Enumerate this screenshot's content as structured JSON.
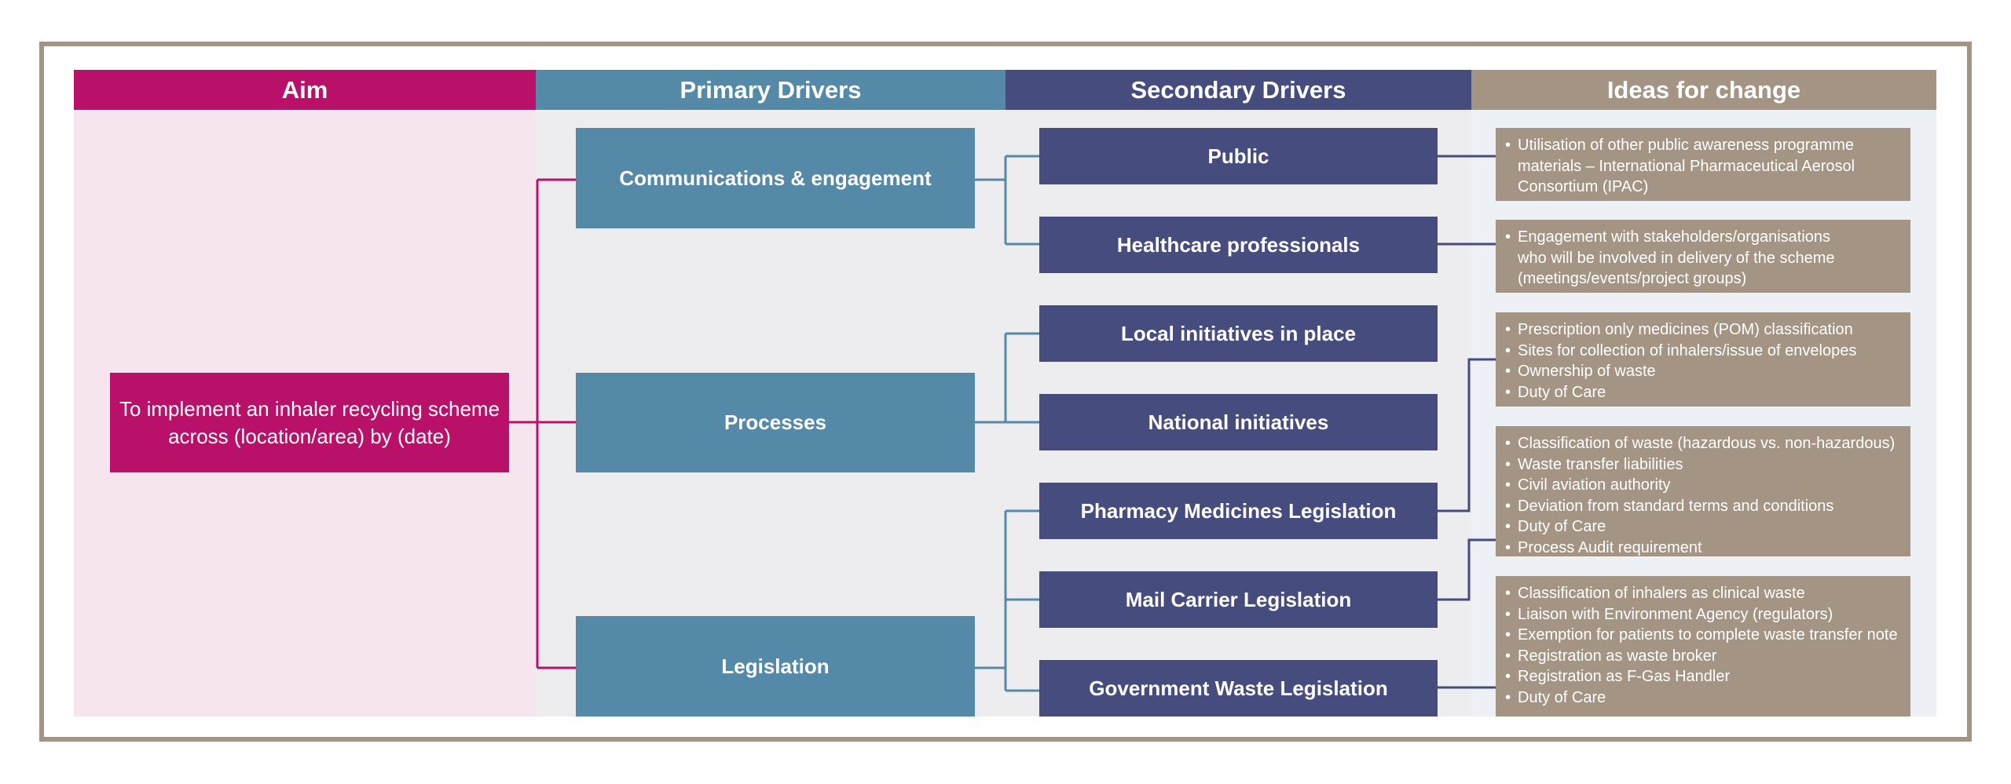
{
  "colors": {
    "aim": "#b9106a",
    "primary": "#5589a8",
    "secondary": "#464c7e",
    "ideas": "#a39483",
    "aim_bg": "#f6e5ef",
    "mid_bg": "#ededef",
    "ideas_bg": "#edf0f5"
  },
  "headers": {
    "aim": "Aim",
    "primary": "Primary Drivers",
    "secondary": "Secondary Drivers",
    "ideas": "Ideas for change"
  },
  "aim": {
    "text": "To implement an inhaler recycling scheme across (location/area) by (date)"
  },
  "primary_drivers": [
    "Communications & engagement",
    "Processes",
    "Legislation"
  ],
  "secondary_drivers": [
    "Public",
    "Healthcare professionals",
    "Local initiatives in place",
    "National initiatives",
    "Pharmacy Medicines Legislation",
    "Mail Carrier Legislation",
    "Government Waste Legislation"
  ],
  "ideas": [
    {
      "items": [
        "Utilisation of other public awareness programme\nmaterials – International Pharmaceutical Aerosol\nConsortium (IPAC)"
      ]
    },
    {
      "items": [
        "Engagement with stakeholders/organisations\nwho will be involved in delivery of the scheme\n(meetings/events/project groups)"
      ]
    },
    {
      "items": [
        "Prescription only medicines (POM) classification",
        "Sites for collection of inhalers/issue of envelopes",
        "Ownership of waste",
        "Duty of Care"
      ]
    },
    {
      "items": [
        "Classification of waste (hazardous vs. non-hazardous)",
        "Waste transfer liabilities",
        "Civil aviation authority",
        "Deviation from standard terms and conditions",
        "Duty of Care",
        "Process Audit requirement"
      ]
    },
    {
      "items": [
        "Classification of inhalers as clinical waste",
        "Liaison with Environment Agency (regulators)",
        "Exemption for patients to complete waste transfer note",
        "Registration as waste broker",
        "Registration as F-Gas Handler",
        "Duty of Care"
      ]
    }
  ]
}
